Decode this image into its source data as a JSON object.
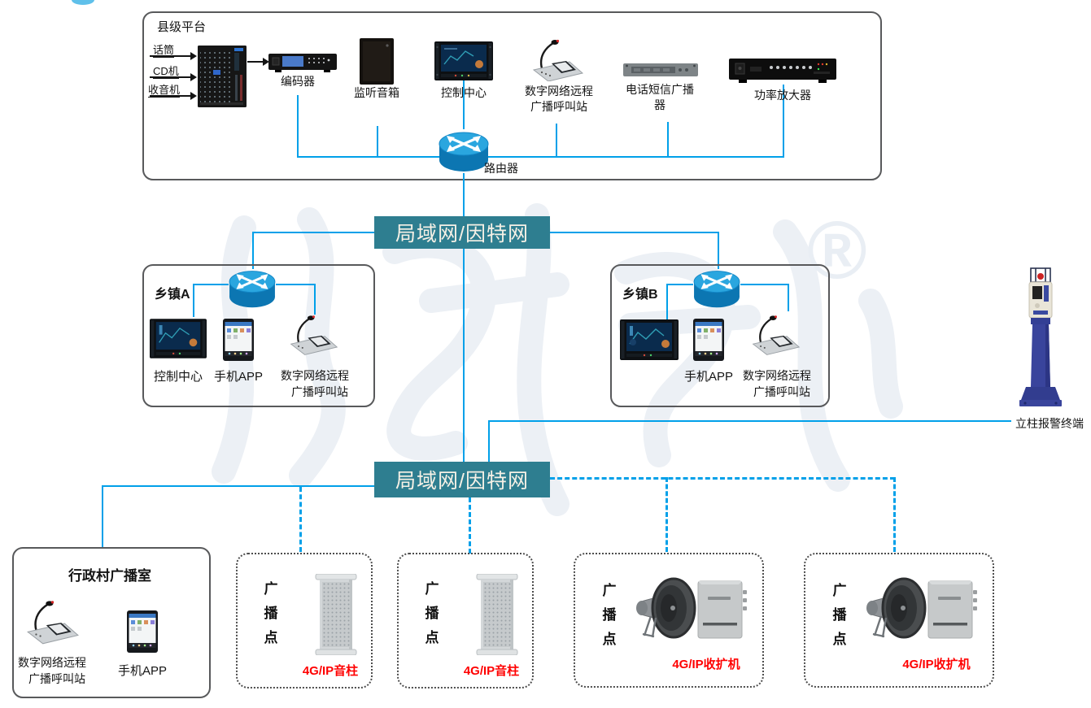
{
  "colors": {
    "line": "#00A0E9",
    "band_bg": "#2E7E90",
    "band_text": "#F6F1E6",
    "alert_red": "#FF0000",
    "border": "#58595B",
    "watermark": "#E9EEF4"
  },
  "county": {
    "title": "县级平台",
    "inputs": [
      "话筒",
      "CD机",
      "收音机"
    ],
    "encoder": "编码器",
    "monitor_speaker": "监听音箱",
    "control_center": "控制中心",
    "call_station_line1": "数字网络远程",
    "call_station_line2": "广播呼叫站",
    "sms_broadcaster_line1": "电话短信广播",
    "sms_broadcaster_line2": "器",
    "amplifier": "功率放大器",
    "router_label": "路由器"
  },
  "network_band": {
    "label": "局域网/因特网"
  },
  "town_a": {
    "title": "乡镇A",
    "control_center": "控制中心",
    "phone_app": "手机APP",
    "call_station_line1": "数字网络远程",
    "call_station_line2": "广播呼叫站"
  },
  "town_b": {
    "title": "乡镇B",
    "phone_app": "手机APP",
    "call_station_line1": "数字网络远程",
    "call_station_line2": "广播呼叫站"
  },
  "pole_terminal": {
    "label": "立柱报警终端"
  },
  "village": {
    "title": "行政村广播室",
    "call_station_line1": "数字网络远程",
    "call_station_line2": "广播呼叫站",
    "phone_app": "手机APP"
  },
  "broadcast_points": [
    {
      "label": "广播点",
      "device": "4G/IP音柱"
    },
    {
      "label": "广播点",
      "device": "4G/IP音柱"
    },
    {
      "label": "广播点",
      "device": "4G/IP收扩机"
    },
    {
      "label": "广播点",
      "device": "4G/IP收扩机"
    }
  ],
  "watermark": {
    "symbol": "®"
  }
}
